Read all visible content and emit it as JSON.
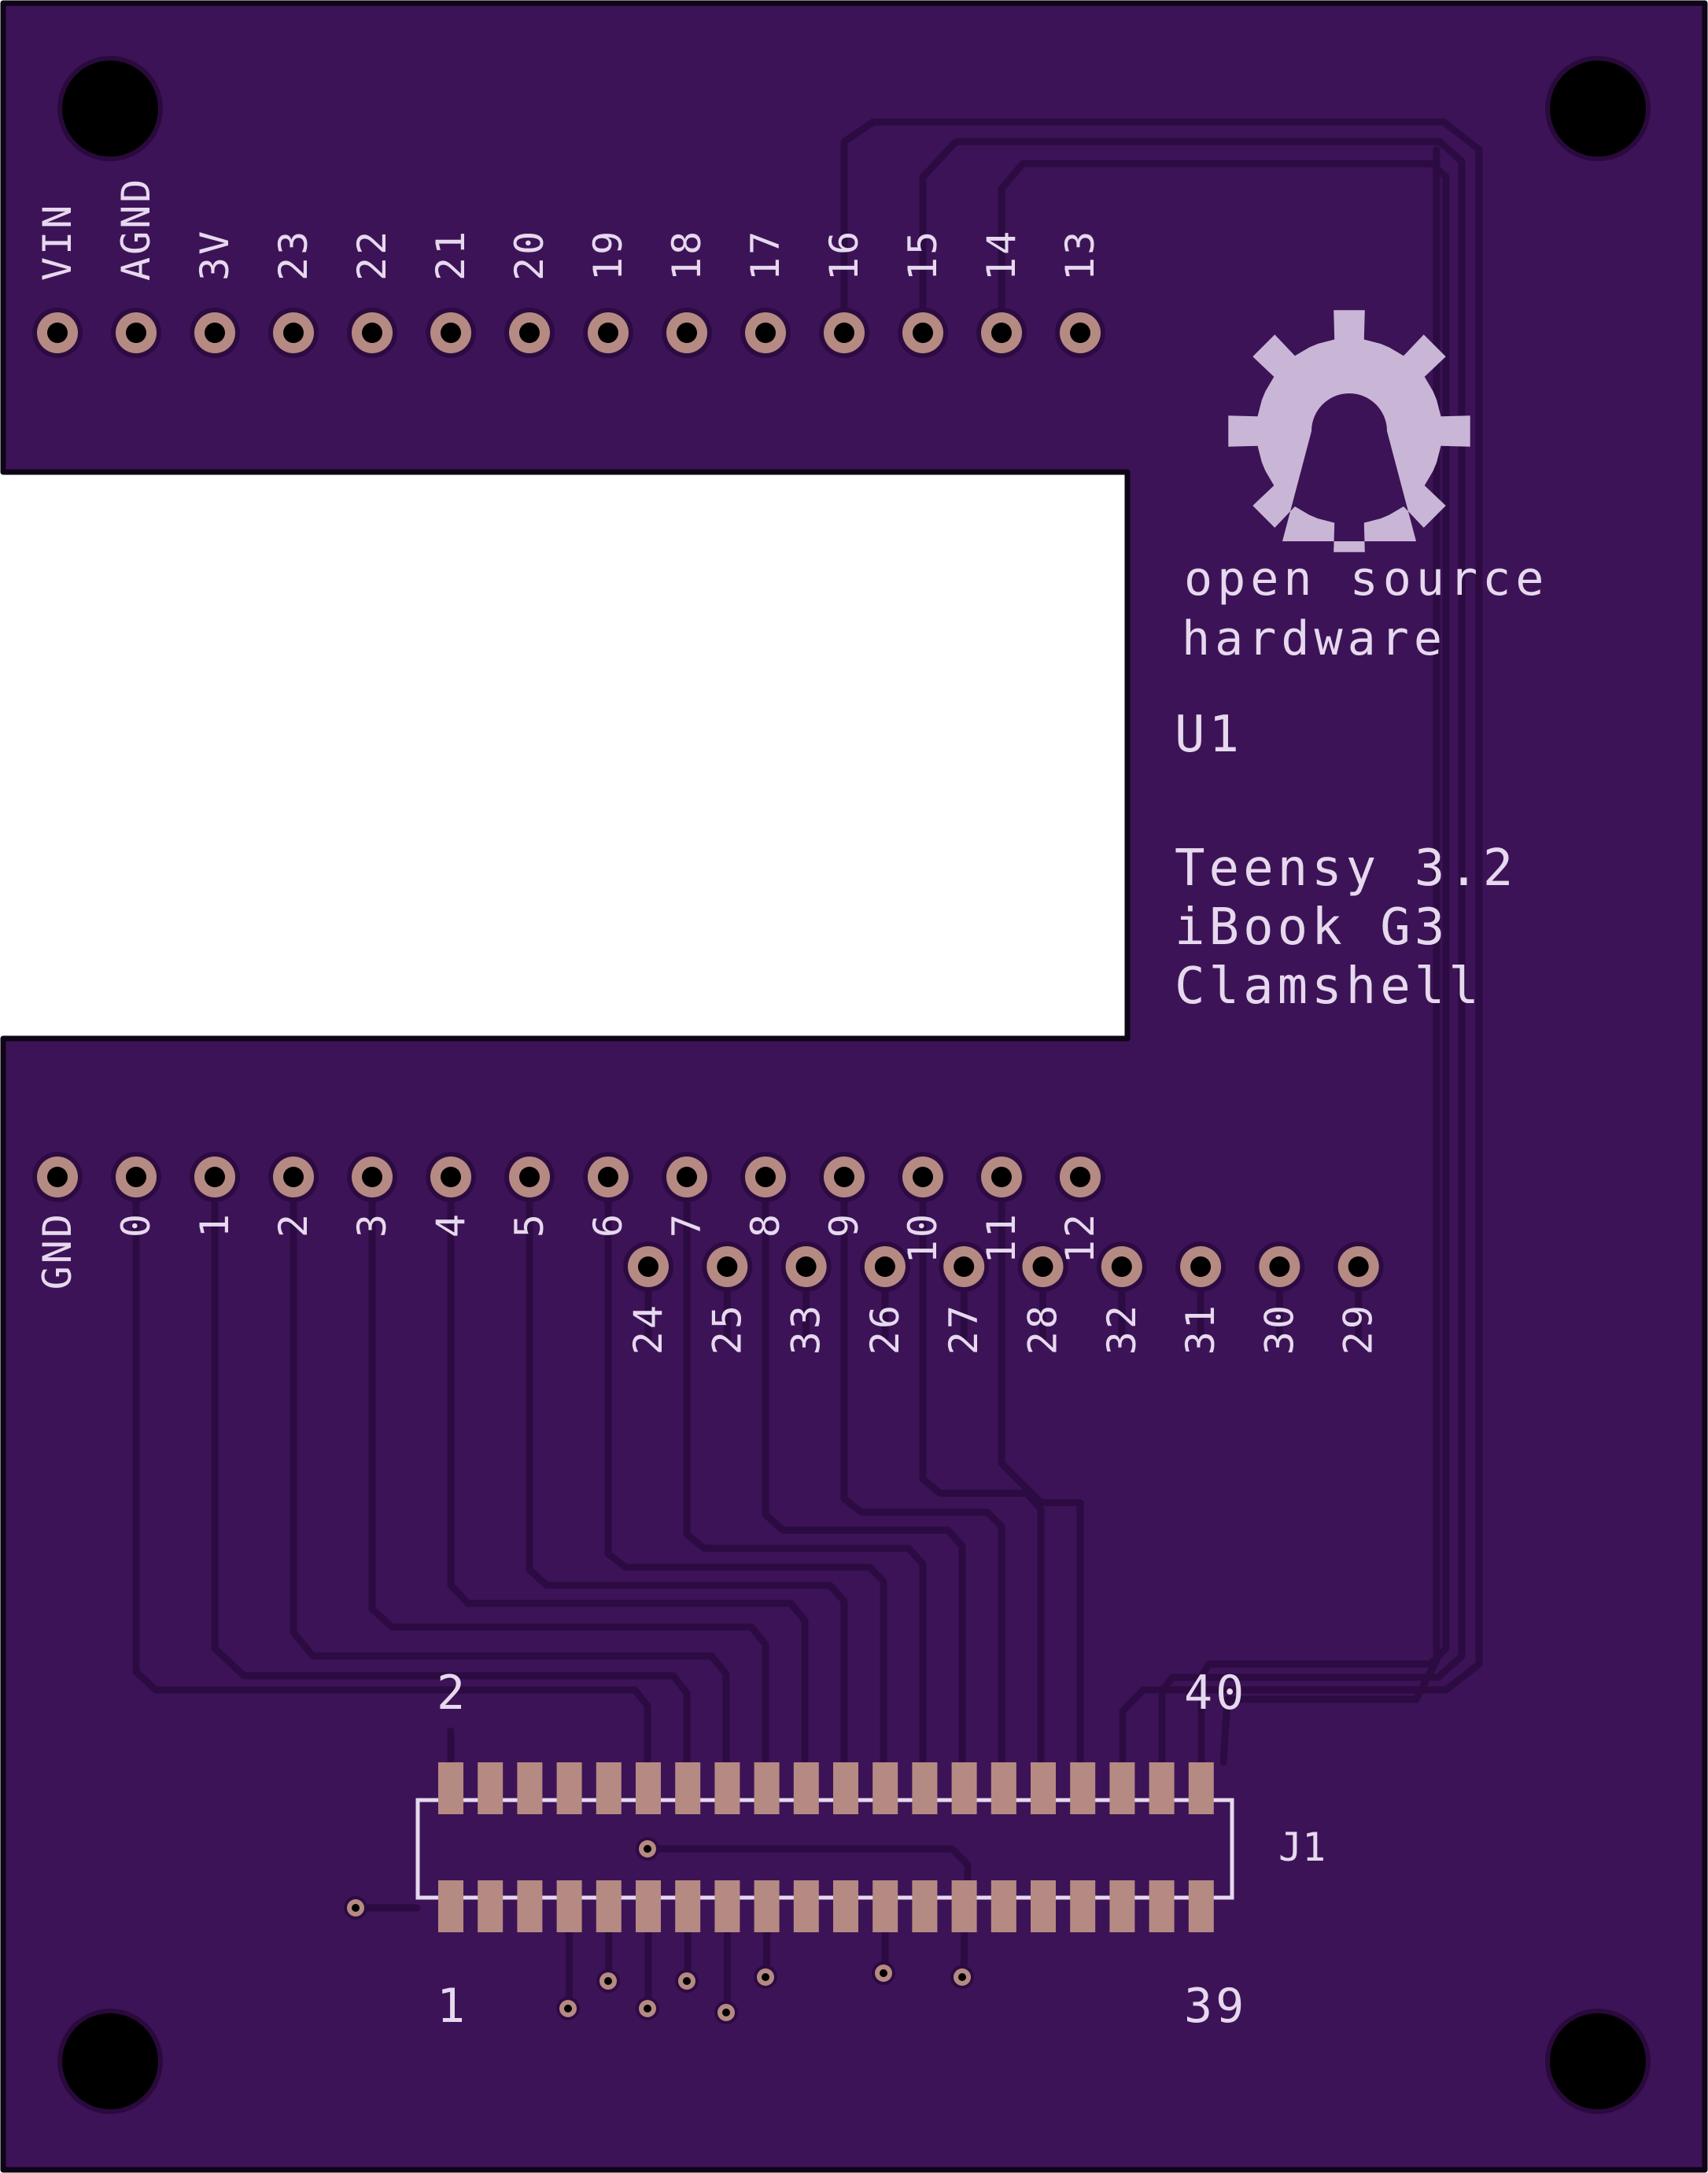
{
  "colors": {
    "board": "#3d1357",
    "outline": "#0e0516",
    "trace": "#2c0b42",
    "silkscreen": "#e6d9ee",
    "pad_copper": "#b58a82",
    "drill": "#000000",
    "logo": "#c9b6d6"
  },
  "header_top": {
    "pins": [
      "VIN",
      "AGND",
      "3V",
      "23",
      "22",
      "21",
      "20",
      "19",
      "18",
      "17",
      "16",
      "15",
      "14",
      "13"
    ]
  },
  "header_bottom": {
    "pins": [
      "GND",
      "0",
      "1",
      "2",
      "3",
      "4",
      "5",
      "6",
      "7",
      "8",
      "9",
      "10",
      "11",
      "12"
    ]
  },
  "header_inner": {
    "pins": [
      "24",
      "25",
      "33",
      "26",
      "27",
      "28",
      "32",
      "31",
      "30",
      "29"
    ]
  },
  "logo": {
    "icon": "open-source-hardware-gear-icon",
    "line1": "open source",
    "line2": "hardware"
  },
  "part_label": "U1",
  "description": [
    "Teensy 3.2",
    "iBook G3",
    "Clamshell"
  ],
  "connector": {
    "ref": "J1",
    "label_top_left": "2",
    "label_top_right": "40",
    "label_bottom_left": "1",
    "label_bottom_right": "39",
    "pads_per_row": 20
  }
}
